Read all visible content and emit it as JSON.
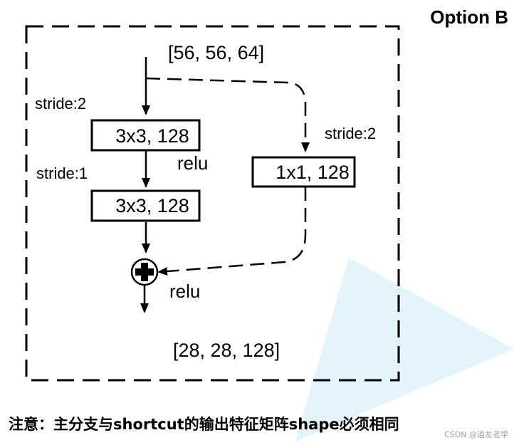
{
  "header": {
    "title": "Option B"
  },
  "input_shape": "[56, 56, 64]",
  "output_shape": "[28, 28, 128]",
  "main_branch": {
    "stride_1_label": "stride:2",
    "conv1_label": "3x3, 128",
    "relu_1_label": "relu",
    "stride_2_label": "stride:1",
    "conv2_label": "3x3, 128"
  },
  "shortcut_branch": {
    "stride_label": "stride:2",
    "conv_label": "1x1, 128"
  },
  "merge": {
    "relu_label": "relu"
  },
  "footnote": {
    "text_a": "注意：主分支与",
    "text_b": "shortcut",
    "text_c": "的输出特征矩阵",
    "text_d": "shape",
    "text_e": "必须相同"
  },
  "watermark": "CSDN @逍友老学"
}
